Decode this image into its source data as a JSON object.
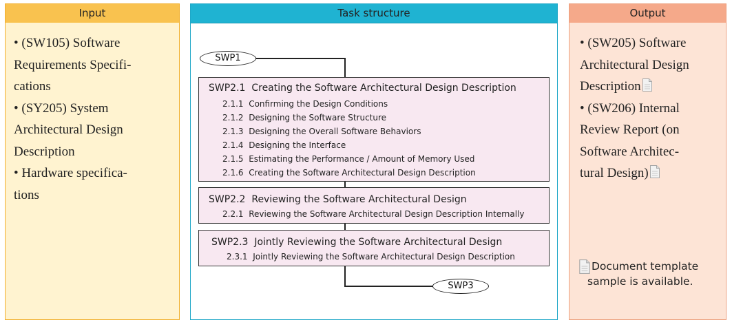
{
  "input": {
    "header": "Input",
    "lines": [
      "• (SW105) Software",
      "Requirements Specifi-",
      "cations",
      "• (SY205) System",
      "Architectural Design",
      "Description",
      "• Hardware specifica-",
      "tions"
    ]
  },
  "task": {
    "header": "Task structure",
    "start_terminal": "SWP1",
    "end_terminal": "SWP3",
    "processes": [
      {
        "id": "SWP2.1",
        "title": "Creating the Software Architectural Design Description",
        "subtasks": [
          {
            "num": "2.1.1",
            "title": "Confirming the Design Conditions"
          },
          {
            "num": "2.1.2",
            "title": "Designing the Software Structure"
          },
          {
            "num": "2.1.3",
            "title": "Designing the Overall Software Behaviors"
          },
          {
            "num": "2.1.4",
            "title": "Designing the Interface"
          },
          {
            "num": "2.1.5",
            "title": "Estimating the Performance / Amount of Memory Used"
          },
          {
            "num": "2.1.6",
            "title": "Creating the Software Architectural Design Description"
          }
        ]
      },
      {
        "id": "SWP2.2",
        "title": "Reviewing the Software Architectural Design",
        "subtasks": [
          {
            "num": "2.2.1",
            "title": "Reviewing the Software Architectural Design Description Internally"
          }
        ]
      },
      {
        "id": "SWP2.3",
        "title": "Jointly Reviewing the Software Architectural Design",
        "subtasks": [
          {
            "num": "2.3.1",
            "title": "Jointly Reviewing the Software Architectural Design Description"
          }
        ]
      }
    ]
  },
  "output": {
    "header": "Output",
    "lines": [
      "• (SW205) Software",
      "Architectural Design",
      "Description",
      "• (SW206) Internal",
      "Review Report (on",
      "Software Architec-",
      "tural Design)"
    ],
    "note_lines": [
      "Document template",
      "sample is available."
    ]
  },
  "colors": {
    "input_header": "#f9c24f",
    "input_body": "#fff3d0",
    "task_header": "#1fb3d2",
    "output_header": "#f5a98a",
    "output_body": "#fde4d6",
    "process_box": "#f8e8f1"
  },
  "icons": {
    "document": "document-icon"
  }
}
